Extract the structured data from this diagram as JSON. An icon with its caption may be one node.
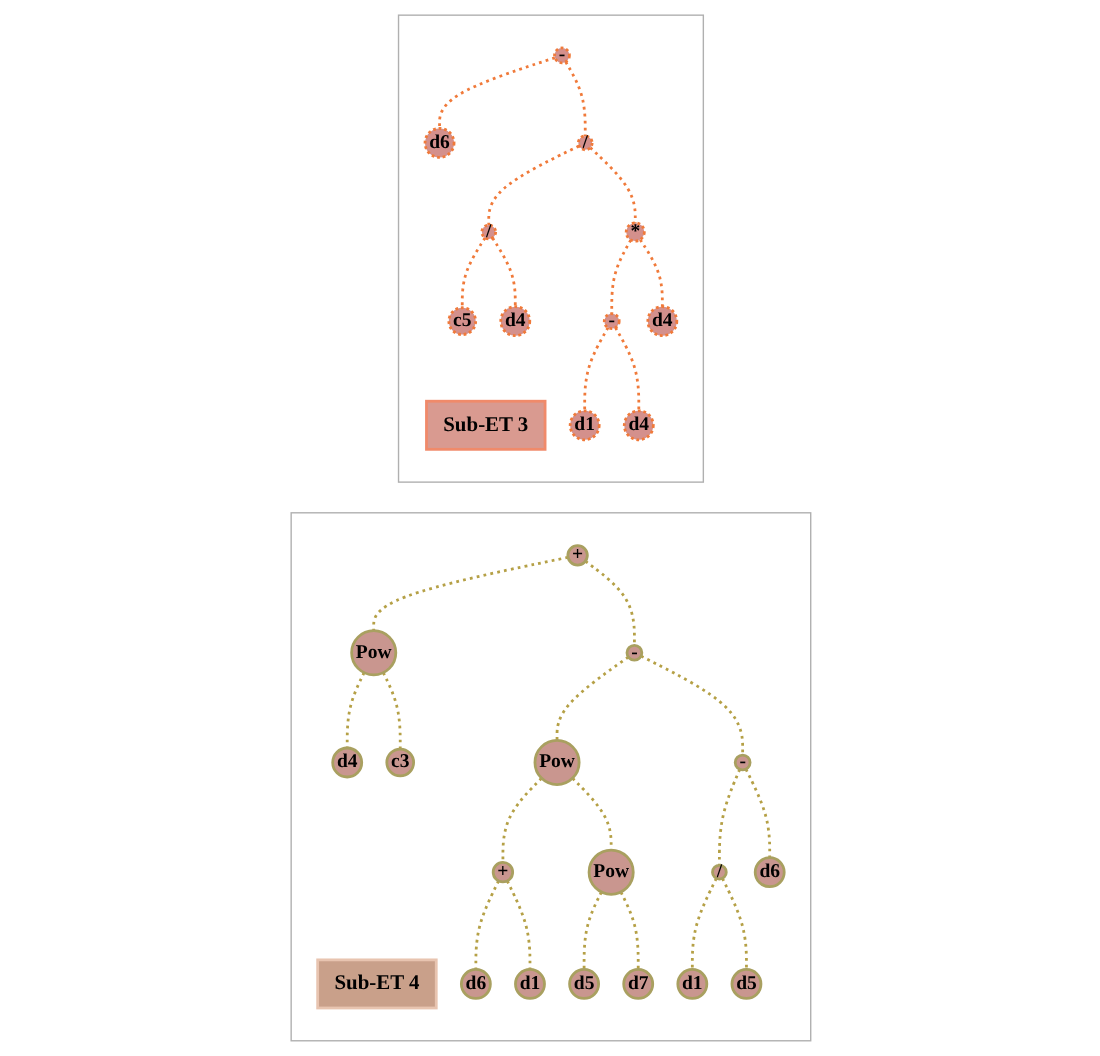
{
  "diagram": {
    "nodes": [
      {
        "text": [],
        "shape": "box"
      },
      {
        "text": [
          "Sub-ET 3"
        ],
        "in": 0
      },
      {
        "text": [
          "-"
        ],
        "in": 0
      },
      {
        "text": [
          "d6"
        ],
        "in": 0
      },
      {
        "text": [
          "/"
        ],
        "in": 0
      },
      {
        "text": [
          "/"
        ],
        "in": 0
      },
      {
        "text": [
          "*"
        ],
        "in": 0
      },
      {
        "text": [
          "c5"
        ],
        "in": 0
      },
      {
        "text": [
          "d4"
        ],
        "in": 0
      },
      {
        "text": [
          "-"
        ],
        "in": 0
      },
      {
        "text": [
          "d4"
        ],
        "in": 0
      },
      {
        "text": [
          "d1"
        ],
        "in": 0
      },
      {
        "text": [
          "d4"
        ],
        "in": 0
      },
      {
        "text": [],
        "shape": "box"
      },
      {
        "text": [
          "Sub-ET 4"
        ],
        "in": 13
      },
      {
        "text": [
          "+"
        ],
        "in": 13
      },
      {
        "text": [
          "Pow"
        ],
        "in": 13
      },
      {
        "text": [
          "-"
        ],
        "in": 13
      },
      {
        "text": [
          "d4"
        ],
        "in": 13
      },
      {
        "text": [
          "c3"
        ],
        "in": 13
      },
      {
        "text": [
          "Pow"
        ],
        "in": 13
      },
      {
        "text": [
          "-"
        ],
        "in": 13
      },
      {
        "text": [
          "+"
        ],
        "in": 13
      },
      {
        "text": [
          "Pow"
        ],
        "in": 13
      },
      {
        "text": [
          "/"
        ],
        "in": 13
      },
      {
        "text": [
          "d6"
        ],
        "in": 13
      },
      {
        "text": [
          "d6"
        ],
        "in": 13
      },
      {
        "text": [
          "d1"
        ],
        "in": 13
      },
      {
        "text": [
          "d5"
        ],
        "in": 13
      },
      {
        "text": [
          "d7"
        ],
        "in": 13
      },
      {
        "text": [
          "d1"
        ],
        "in": 13
      },
      {
        "text": [
          "d5"
        ],
        "in": 13
      }
    ],
    "edges": [
      {
        "from": 2,
        "to": 3,
        "arrow": "none",
        "style": "dashed",
        "color": "#f07a3a"
      },
      {
        "from": 2,
        "to": 4,
        "arrow": "none",
        "style": "dashed",
        "color": "#f07a3a"
      },
      {
        "from": 4,
        "to": 5,
        "arrow": "none",
        "style": "dashed",
        "color": "#f07a3a"
      },
      {
        "from": 4,
        "to": 6,
        "arrow": "none",
        "style": "dashed",
        "color": "#f07a3a"
      },
      {
        "from": 5,
        "to": 7,
        "arrow": "none",
        "style": "dashed",
        "color": "#f07a3a"
      },
      {
        "from": 5,
        "to": 8,
        "arrow": "none",
        "style": "dashed",
        "color": "#f07a3a"
      },
      {
        "from": 6,
        "to": 9,
        "arrow": "none",
        "style": "dashed",
        "color": "#f07a3a"
      },
      {
        "from": 6,
        "to": 10,
        "arrow": "none",
        "style": "dashed",
        "color": "#f07a3a"
      },
      {
        "from": 9,
        "to": 11,
        "arrow": "none",
        "style": "dashed",
        "color": "#f07a3a"
      },
      {
        "from": 9,
        "to": 12,
        "arrow": "none",
        "style": "dashed",
        "color": "#f07a3a"
      },
      {
        "from": 15,
        "to": 16,
        "arrow": "none",
        "style": "dashed"
      },
      {
        "from": 15,
        "to": 17,
        "arrow": "none",
        "style": "dashed"
      },
      {
        "from": 16,
        "to": 18,
        "arrow": "none",
        "style": "dashed"
      },
      {
        "from": 16,
        "to": 19,
        "arrow": "none",
        "style": "dashed"
      },
      {
        "from": 17,
        "to": 20,
        "arrow": "none",
        "style": "dashed"
      },
      {
        "from": 17,
        "to": 21,
        "arrow": "none",
        "style": "dashed"
      },
      {
        "from": 20,
        "to": 22,
        "arrow": "none",
        "style": "dashed"
      },
      {
        "from": 20,
        "to": 23,
        "arrow": "none",
        "style": "dashed"
      },
      {
        "from": 21,
        "to": 24,
        "arrow": "none",
        "style": "dashed"
      },
      {
        "from": 21,
        "to": 25,
        "arrow": "none",
        "style": "dashed"
      },
      {
        "from": 22,
        "to": 26,
        "arrow": "none",
        "style": "dashed"
      },
      {
        "from": 22,
        "to": 27,
        "arrow": "none",
        "style": "dashed"
      },
      {
        "from": 23,
        "to": 28,
        "arrow": "none",
        "style": "dashed"
      },
      {
        "from": 23,
        "to": 29,
        "arrow": "none",
        "style": "dashed"
      },
      {
        "from": 24,
        "to": 30,
        "arrow": "none",
        "style": "dashed"
      },
      {
        "from": 24,
        "to": 31,
        "arrow": "none",
        "style": "dashed"
      }
    ]
  }
}
